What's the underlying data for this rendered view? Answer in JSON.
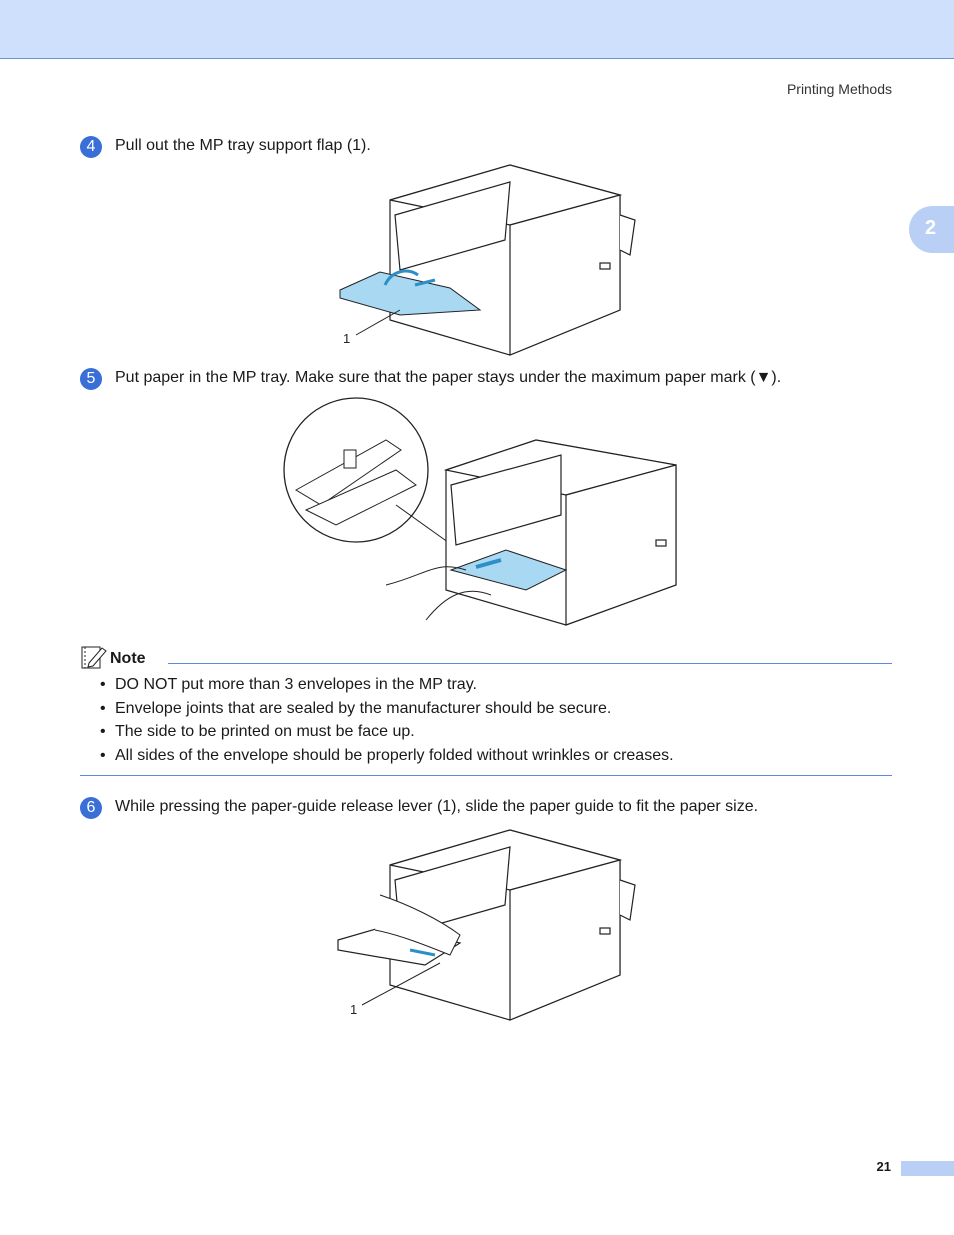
{
  "header": {
    "section_title": "Printing Methods",
    "chapter_tab": "2"
  },
  "steps": [
    {
      "number": "4",
      "text": "Pull out the MP tray support flap (1).",
      "callout": "1"
    },
    {
      "number": "5",
      "text": "Put paper in the MP tray. Make sure that the paper stays under the maximum paper mark (▼)."
    },
    {
      "number": "6",
      "text": "While pressing the paper-guide release lever (1), slide the paper guide to fit the paper size.",
      "callout": "1"
    }
  ],
  "note": {
    "label": "Note",
    "items": [
      "DO NOT put more than 3 envelopes in the MP tray.",
      "Envelope joints that are sealed by the manufacturer should be secure.",
      "The side to be printed on must be face up.",
      "All sides of the envelope should be properly folded without wrinkles or creases."
    ]
  },
  "footer": {
    "page_number": "21"
  },
  "colors": {
    "accent": "#3a6fd8",
    "header_band": "#cfe0fc",
    "tab": "#b9cff5",
    "highlight": "#a9d8f2"
  }
}
